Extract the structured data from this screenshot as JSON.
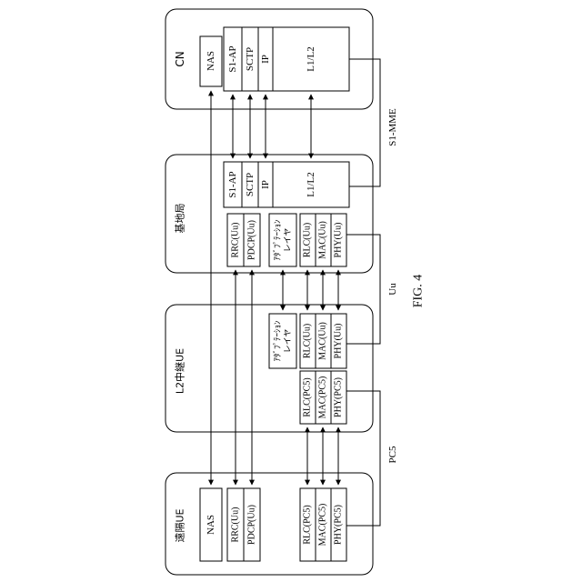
{
  "figure": {
    "caption": "FIG. 4"
  },
  "nodes": {
    "cn": {
      "title": "CN",
      "nas": "NAS",
      "s1ap": "S1-AP",
      "sctp": "SCTP",
      "ip": "IP",
      "l1l2": "L1/L2"
    },
    "enb": {
      "title": "基地局",
      "s1ap": "S1-AP",
      "sctp": "SCTP",
      "ip": "IP",
      "l1l2": "L1/L2",
      "rrc": "RRC(Uu)",
      "pdcp": "PDCP(Uu)",
      "adapt_line1": "ｱﾀﾞﾌﾟﾃｰｼｮﾝ",
      "adapt_line2": "レイヤ",
      "rlc": "RLC(Uu)",
      "mac": "MAC(Uu)",
      "phy": "PHY(Uu)"
    },
    "relay": {
      "title": "L2中継UE",
      "adapt_line1": "ｱﾀﾞﾌﾟﾃｰｼｮﾝ",
      "adapt_line2": "レイヤ",
      "rlc_uu": "RLC(Uu)",
      "mac_uu": "MAC(Uu)",
      "phy_uu": "PHY(Uu)",
      "rlc_pc5": "RLC(PC5)",
      "mac_pc5": "MAC(PC5)",
      "phy_pc5": "PHY(PC5)"
    },
    "remote": {
      "title": "遠隔UE",
      "nas": "NAS",
      "rrc": "RRC(Uu)",
      "pdcp": "PDCP(Uu)",
      "rlc": "RLC(PC5)",
      "mac": "MAC(PC5)",
      "phy": "PHY(PC5)"
    }
  },
  "interfaces": {
    "s1mme": "S1-MME",
    "uu": "Uu",
    "pc5": "PC5"
  }
}
